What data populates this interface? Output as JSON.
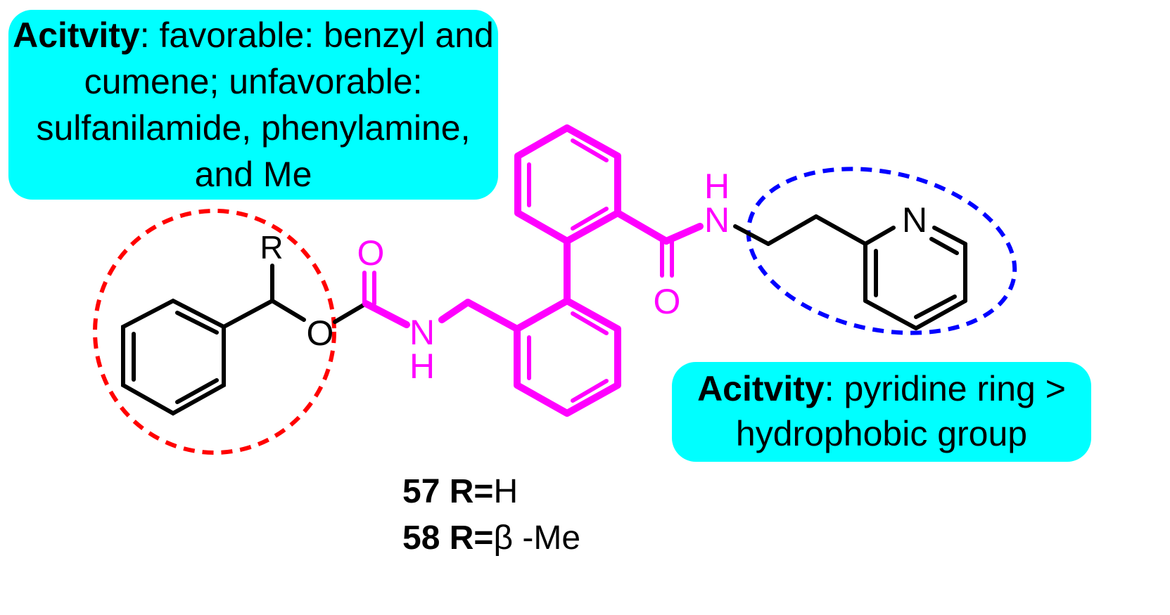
{
  "colors": {
    "callout_fill": "#00ffff",
    "core_scaffold": "#ff00ff",
    "bond": "#000000",
    "red_ring_highlight": "#ff0000",
    "blue_ring_highlight": "#0000ff"
  },
  "callouts": {
    "left": {
      "keyword": "Acitvity",
      "text": ": favorable: benzyl and cumene; unfavorable: sulfanilamide, phenylamine, and Me"
    },
    "right": {
      "keyword": "Acitvity",
      "text": ": pyridine ring > hydrophobic group"
    }
  },
  "atoms": {
    "r": "R",
    "ester_o": "O",
    "carbamate_o": "O",
    "carbamate_n": "N",
    "carbamate_h": "H",
    "amide_o": "O",
    "amide_n": "N",
    "amide_h": "H",
    "pyridine_n": "N"
  },
  "captions": {
    "c57": {
      "number": "57",
      "r_label": "R=",
      "r_value": "H"
    },
    "c58": {
      "number": "58",
      "r_label": "R=",
      "r_value": "β -Me"
    }
  }
}
